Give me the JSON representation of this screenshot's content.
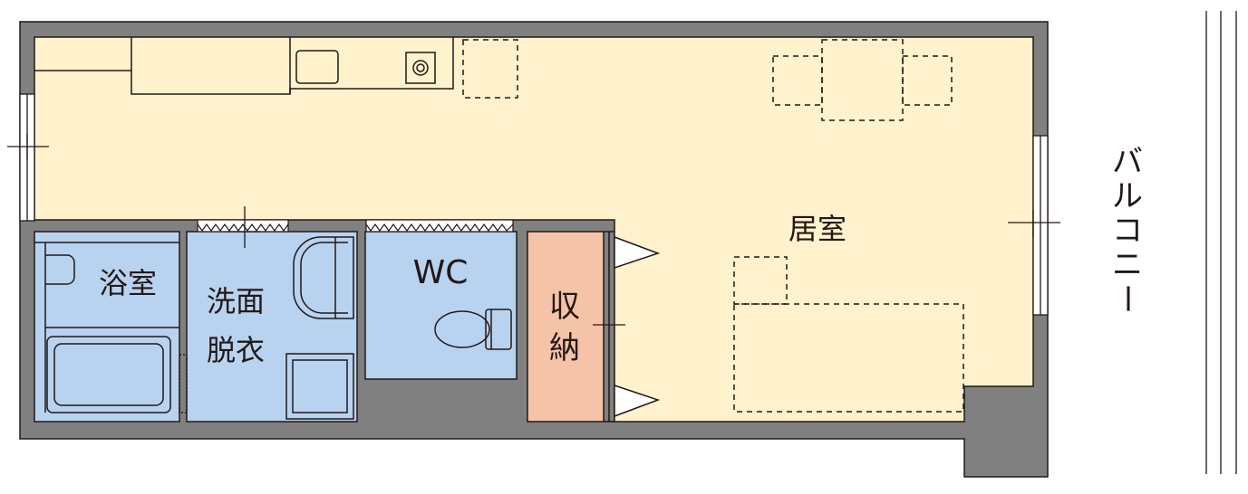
{
  "rooms": {
    "living": "居室",
    "bath": "浴室",
    "washroom_line1": "洗面",
    "washroom_line2": "脱衣",
    "toilet": "WC",
    "storage_line1": "収",
    "storage_line2": "納"
  },
  "exterior": {
    "balcony": [
      "バ",
      "ル",
      "コ",
      "ニ",
      "ー"
    ]
  },
  "colors": {
    "wall": "#808080",
    "floor_living": "#FFF2CC",
    "floor_wet": "#B8D3F0",
    "floor_storage": "#F5C4A8",
    "line": "#231815"
  }
}
